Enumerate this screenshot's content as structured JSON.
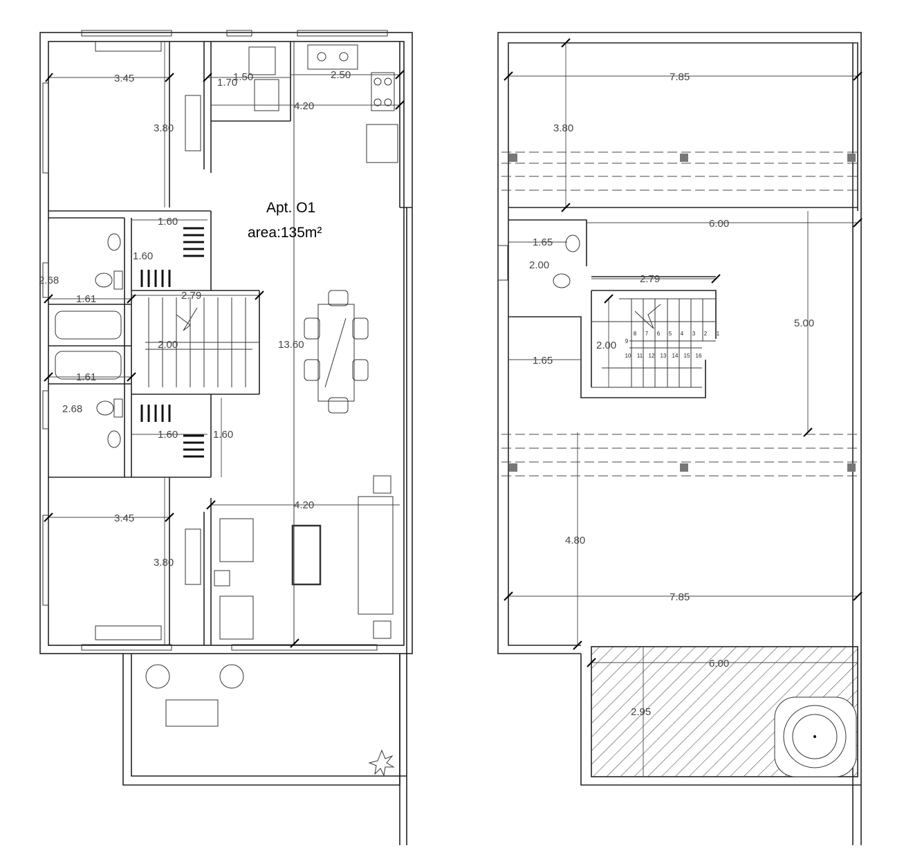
{
  "left_plan": {
    "title": "Apt. O1",
    "area": "area:135m²",
    "dims": {
      "bed1_width": "3.45",
      "bed1_depth": "3.80",
      "kitchen_a": "1.70",
      "kitchen_b": "1.50",
      "kitchen_c": "2.50",
      "kitchen_width": "4.20",
      "closet_top_a": "1.60",
      "closet_top_b": "1.60",
      "bath_top_height": "2.68",
      "bath_top_width": "1.61",
      "stair_width": "2.79",
      "stair_depth": "2.00",
      "total_length": "13.60",
      "bath_bot_width": "1.61",
      "bath_bot_height": "2.68",
      "closet_bot_a": "1.60",
      "closet_bot_b": "1.60",
      "living_width": "4.20",
      "bed2_width": "3.45",
      "bed2_depth": "3.80"
    }
  },
  "right_plan": {
    "dims": {
      "top_width": "7.85",
      "top_depth": "3.80",
      "mid_width": "6.00",
      "wc_width": "1.65",
      "wc_height": "2.00",
      "stair_width": "2.79",
      "mid_depth": "5.00",
      "lower_wc_width": "1.65",
      "stair_depth": "2.00",
      "bottom_depth": "4.80",
      "bottom_width": "7.85",
      "terrace_width": "6.00",
      "terrace_depth": "2.95"
    },
    "stair_numbers_top": [
      "8",
      "7",
      "6",
      "5",
      "4",
      "3",
      "2",
      "1"
    ],
    "stair_landing": "9",
    "stair_numbers_bottom": [
      "10",
      "11",
      "12",
      "13",
      "14",
      "15",
      "16"
    ]
  }
}
